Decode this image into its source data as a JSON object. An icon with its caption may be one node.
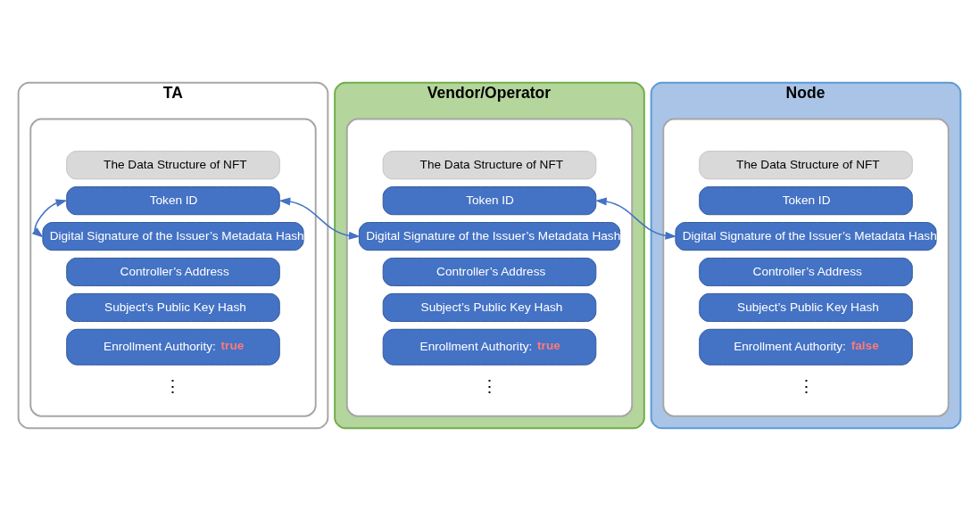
{
  "diagram": {
    "nodes": [
      {
        "text": [
          "TA"
        ]
      },
      {
        "text": [],
        "shape": "box",
        "in": 0
      },
      {
        "text": [
          "The Data Structure of NFT"
        ],
        "in": 1
      },
      {
        "text": [
          "Token ID"
        ],
        "in": 1
      },
      {
        "text": [
          "Digital Signature of the Issuer’s Metadata Hash"
        ],
        "in": 1
      },
      {
        "text": [
          "Controller’s Address"
        ],
        "in": 1
      },
      {
        "text": [
          "Subject’s Public Key Hash"
        ],
        "in": 1
      },
      {
        "text": [
          "Enrollment Authority: true"
        ],
        "in": 1
      },
      {
        "text": [
          "Vendor/Operator"
        ]
      },
      {
        "text": [],
        "shape": "box",
        "in": 8
      },
      {
        "text": [
          "The Data Structure of NFT"
        ],
        "in": 9
      },
      {
        "text": [
          "Token ID"
        ],
        "in": 9
      },
      {
        "text": [
          "Digital Signature of the Issuer’s Metadata Hash"
        ],
        "in": 9
      },
      {
        "text": [
          "Controller’s Address"
        ],
        "in": 9
      },
      {
        "text": [
          "Subject’s Public Key Hash"
        ],
        "in": 9
      },
      {
        "text": [
          "Enrollment Authority: true"
        ],
        "in": 9
      },
      {
        "text": [
          "Node"
        ]
      },
      {
        "text": [],
        "shape": "box",
        "in": 16
      },
      {
        "text": [
          "The Data Structure of NFT"
        ],
        "in": 17
      },
      {
        "text": [
          "Token ID"
        ],
        "in": 17
      },
      {
        "text": [
          "Digital Signature of the Issuer’s Metadata Hash"
        ],
        "in": 17
      },
      {
        "text": [
          "Controller’s Address"
        ],
        "in": 17
      },
      {
        "text": [
          "Subject’s Public Key Hash"
        ],
        "in": 17
      },
      {
        "text": [
          "Enrollment Authority: false"
        ],
        "in": 17
      }
    ],
    "edges": [
      {
        "from": 3,
        "to": 4,
        "arrow": "both"
      },
      {
        "from": 3,
        "to": 12,
        "arrow": "both"
      },
      {
        "from": 11,
        "to": 20,
        "arrow": "both"
      }
    ],
    "labels": [
      "⋮",
      "⋮",
      "⋮"
    ]
  }
}
